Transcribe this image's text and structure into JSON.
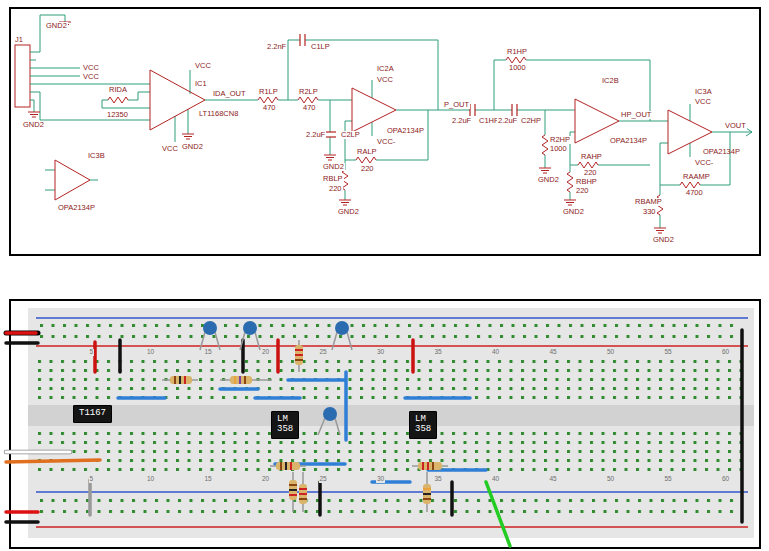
{
  "diagram": {
    "nodes": [
      {
        "text": [
          "IC1",
          "LT1168CN8"
        ]
      },
      {
        "text": [
          "IC2A",
          "OPA2134P"
        ]
      },
      {
        "text": [
          "IC2B",
          "OPA2134P"
        ]
      },
      {
        "text": [
          "IC3A",
          "OPA2134P"
        ]
      },
      {
        "text": [
          "IC3B",
          "OPA2134P"
        ]
      },
      {
        "text": [
          "T1167"
        ]
      },
      {
        "text": [
          "LM 358"
        ]
      },
      {
        "text": [
          "LM 358"
        ]
      }
    ],
    "labels": [
      "GND2",
      "J1",
      "VCC",
      "VCC",
      "GND2",
      "RIDA",
      "12350",
      "VCC",
      "VCC",
      "GND2",
      "IDA_OUT",
      "R1LP",
      "470",
      "R2LP",
      "470",
      "2.2nF",
      "C1LP",
      "2.2uF",
      "C2LP",
      "GND2",
      "VCC",
      "VCC-",
      "P_OUT",
      "RALP",
      "220",
      "RBLP",
      "220",
      "GND2",
      "2.2uF",
      "C1HP",
      "2.2uF",
      "C2HP",
      "R1HP",
      "1000",
      "R2HP",
      "1000",
      "GND2",
      "RAHP",
      "220",
      "RBHP",
      "220",
      "GND2",
      "HP_OUT",
      "VCC",
      "VCC-",
      "VOUT",
      "RAAMP",
      "4700",
      "RBAMP",
      "330",
      "GND2",
      "5",
      "10",
      "15",
      "20",
      "25",
      "30",
      "35",
      "40",
      "45",
      "50",
      "55",
      "60",
      "5",
      "10",
      "15",
      "20",
      "25",
      "30",
      "35",
      "40",
      "45",
      "50",
      "55",
      "60"
    ]
  }
}
